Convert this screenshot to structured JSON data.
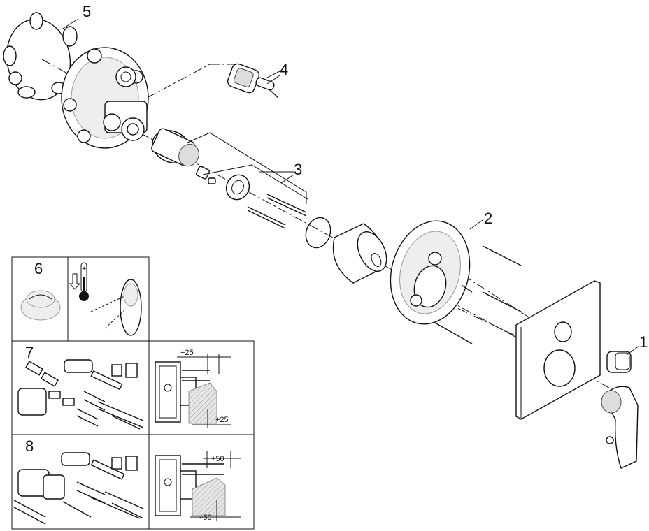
{
  "callouts": {
    "c1": "1",
    "c2": "2",
    "c3": "3",
    "c4": "4",
    "c5": "5"
  },
  "boxes": {
    "b6": "6",
    "b7": "7",
    "b8": "8"
  },
  "dimensions": {
    "d7_top": "+25",
    "d7_bottom": "+25",
    "d8_top": "+50",
    "d8_bottom": "+50"
  }
}
